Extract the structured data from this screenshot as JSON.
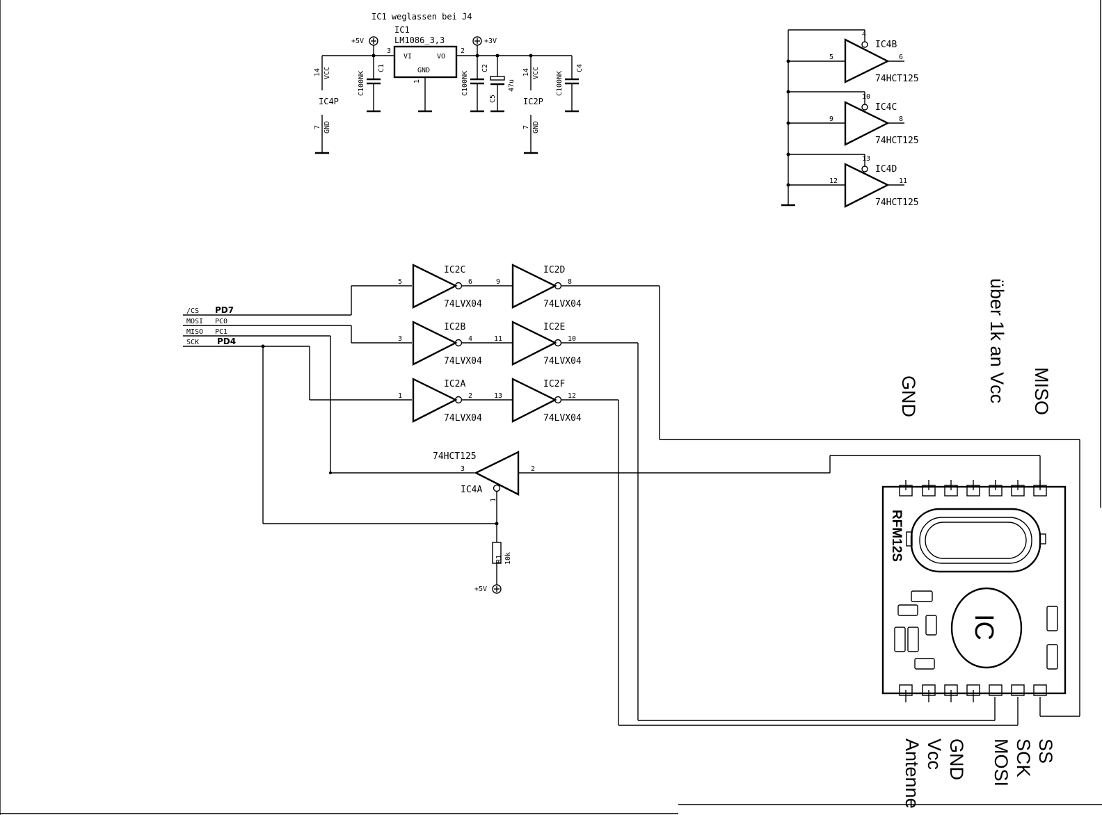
{
  "power": {
    "note": "IC1 weglassen bei J4",
    "ic1_name": "IC1",
    "ic1_value": "LM1086_3,3",
    "vi": "VI",
    "vo": "VO",
    "gnd": "GND",
    "pin_in": "3",
    "pin_out": "2",
    "pin_gnd": "1",
    "plus5v": "+5V",
    "plus3v": "+3V",
    "c1": "C1",
    "c2": "C2",
    "c4": "C4",
    "c5": "C5",
    "c100nk": "C100NK",
    "c5_value": "47u",
    "vcc": "VCC",
    "gnd_pin": "GND",
    "pin14": "14",
    "pin7": "7",
    "ic4p": "IC4P",
    "ic2p": "IC2P"
  },
  "buffers_top": [
    {
      "name": "IC4B",
      "in": "5",
      "out": "6",
      "en": "4",
      "type": "74HCT125"
    },
    {
      "name": "IC4C",
      "in": "9",
      "out": "8",
      "en": "10",
      "type": "74HCT125"
    },
    {
      "name": "IC4D",
      "in": "12",
      "out": "11",
      "en": "13",
      "type": "74HCT125"
    }
  ],
  "inverters": [
    {
      "name": "IC2C",
      "in": "5",
      "out": "6",
      "type": "74LVX04"
    },
    {
      "name": "IC2D",
      "in": "9",
      "out": "8",
      "type": "74LVX04"
    },
    {
      "name": "IC2B",
      "in": "3",
      "out": "4",
      "type": "74LVX04"
    },
    {
      "name": "IC2E",
      "in": "11",
      "out": "10",
      "type": "74LVX04"
    },
    {
      "name": "IC2A",
      "in": "1",
      "out": "2",
      "type": "74LVX04"
    },
    {
      "name": "IC2F",
      "in": "13",
      "out": "12",
      "type": "74LVX04"
    }
  ],
  "ic4a": {
    "name": "IC4A",
    "type": "74HCT125",
    "in": "3",
    "out": "2",
    "en": "1"
  },
  "r1": {
    "name": "R1",
    "value": "10k",
    "supply": "+5V"
  },
  "signals": [
    {
      "sig": "/CS",
      "port": "PD7"
    },
    {
      "sig": "MOSI",
      "port": "PC0"
    },
    {
      "sig": "MISO",
      "port": "PC1"
    },
    {
      "sig": "SCK",
      "port": "PD4"
    }
  ],
  "module": {
    "name": "RFM12S",
    "chip": "IC",
    "top_labels": {
      "gnd": "GND",
      "pullup": "über 1k an Vcc",
      "miso": "MISO"
    },
    "bottom_labels": [
      "SS",
      "SCK",
      "MOSI",
      "GND",
      "Vcc",
      "Antenne"
    ]
  }
}
